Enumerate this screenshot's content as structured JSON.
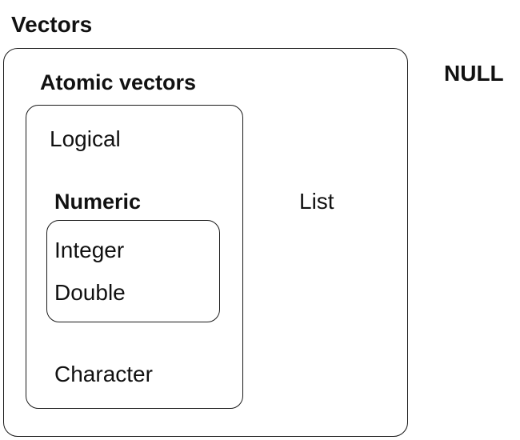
{
  "diagram": {
    "vectors": {
      "title": "Vectors",
      "atomic": {
        "title": "Atomic vectors",
        "logical": "Logical",
        "numeric": {
          "title": "Numeric",
          "integer": "Integer",
          "double": "Double"
        },
        "character": "Character"
      },
      "list": "List"
    },
    "null": "NULL"
  },
  "colors": {
    "stroke": "#1a1a1a",
    "text": "#111111",
    "background": "#ffffff"
  }
}
